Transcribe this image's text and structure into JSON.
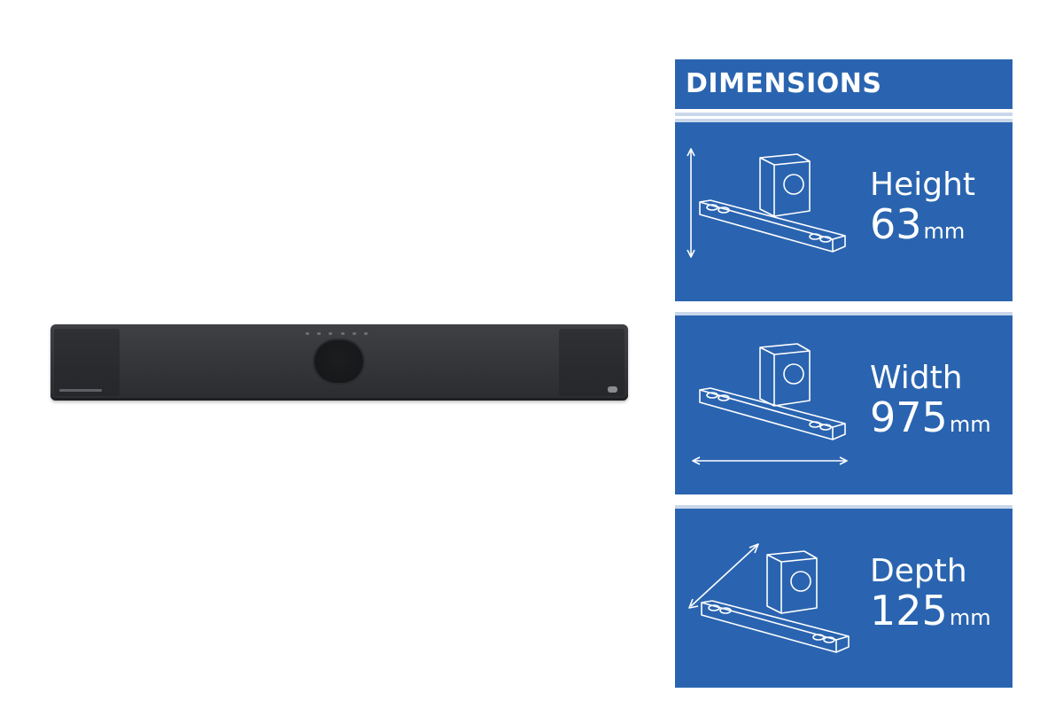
{
  "panel": {
    "title": "DIMENSIONS"
  },
  "dimensions": [
    {
      "name": "Height",
      "value": "63",
      "unit": "mm",
      "icon": "height-arrow-icon"
    },
    {
      "name": "Width",
      "value": "975",
      "unit": "mm",
      "icon": "width-arrow-icon"
    },
    {
      "name": "Depth",
      "value": "125",
      "unit": "mm",
      "icon": "depth-arrow-icon"
    }
  ],
  "colors": {
    "panel_blue": "#2a64b0",
    "text_white": "#ffffff",
    "soundbar_body": "#35373a"
  }
}
